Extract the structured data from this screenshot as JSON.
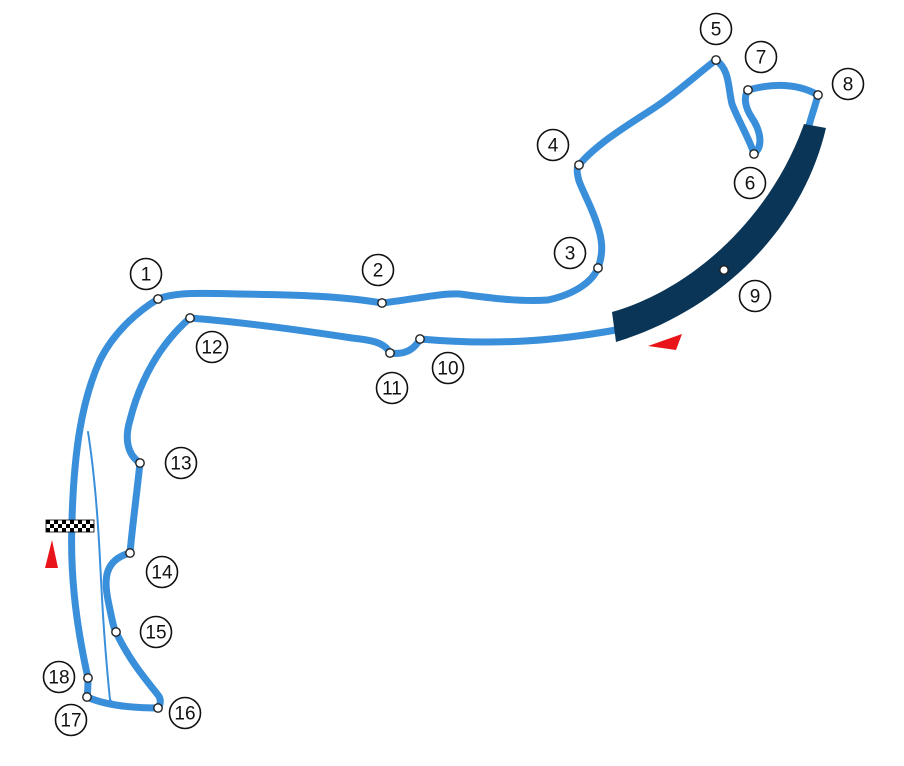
{
  "colors": {
    "track": "#3a8fdb",
    "tunnel": "#0a3556",
    "marker": "#e8141a",
    "node_fill": "#ffffff",
    "label_stroke": "#111111"
  },
  "map": {
    "corner_labels": [
      "1",
      "2",
      "3",
      "4",
      "5",
      "6",
      "7",
      "8",
      "9",
      "10",
      "11",
      "12",
      "13",
      "14",
      "15",
      "16",
      "17",
      "18"
    ],
    "icons": {
      "start_finish": "checkered-flag-icon",
      "direction_marker": "red-triangle-icon"
    }
  }
}
